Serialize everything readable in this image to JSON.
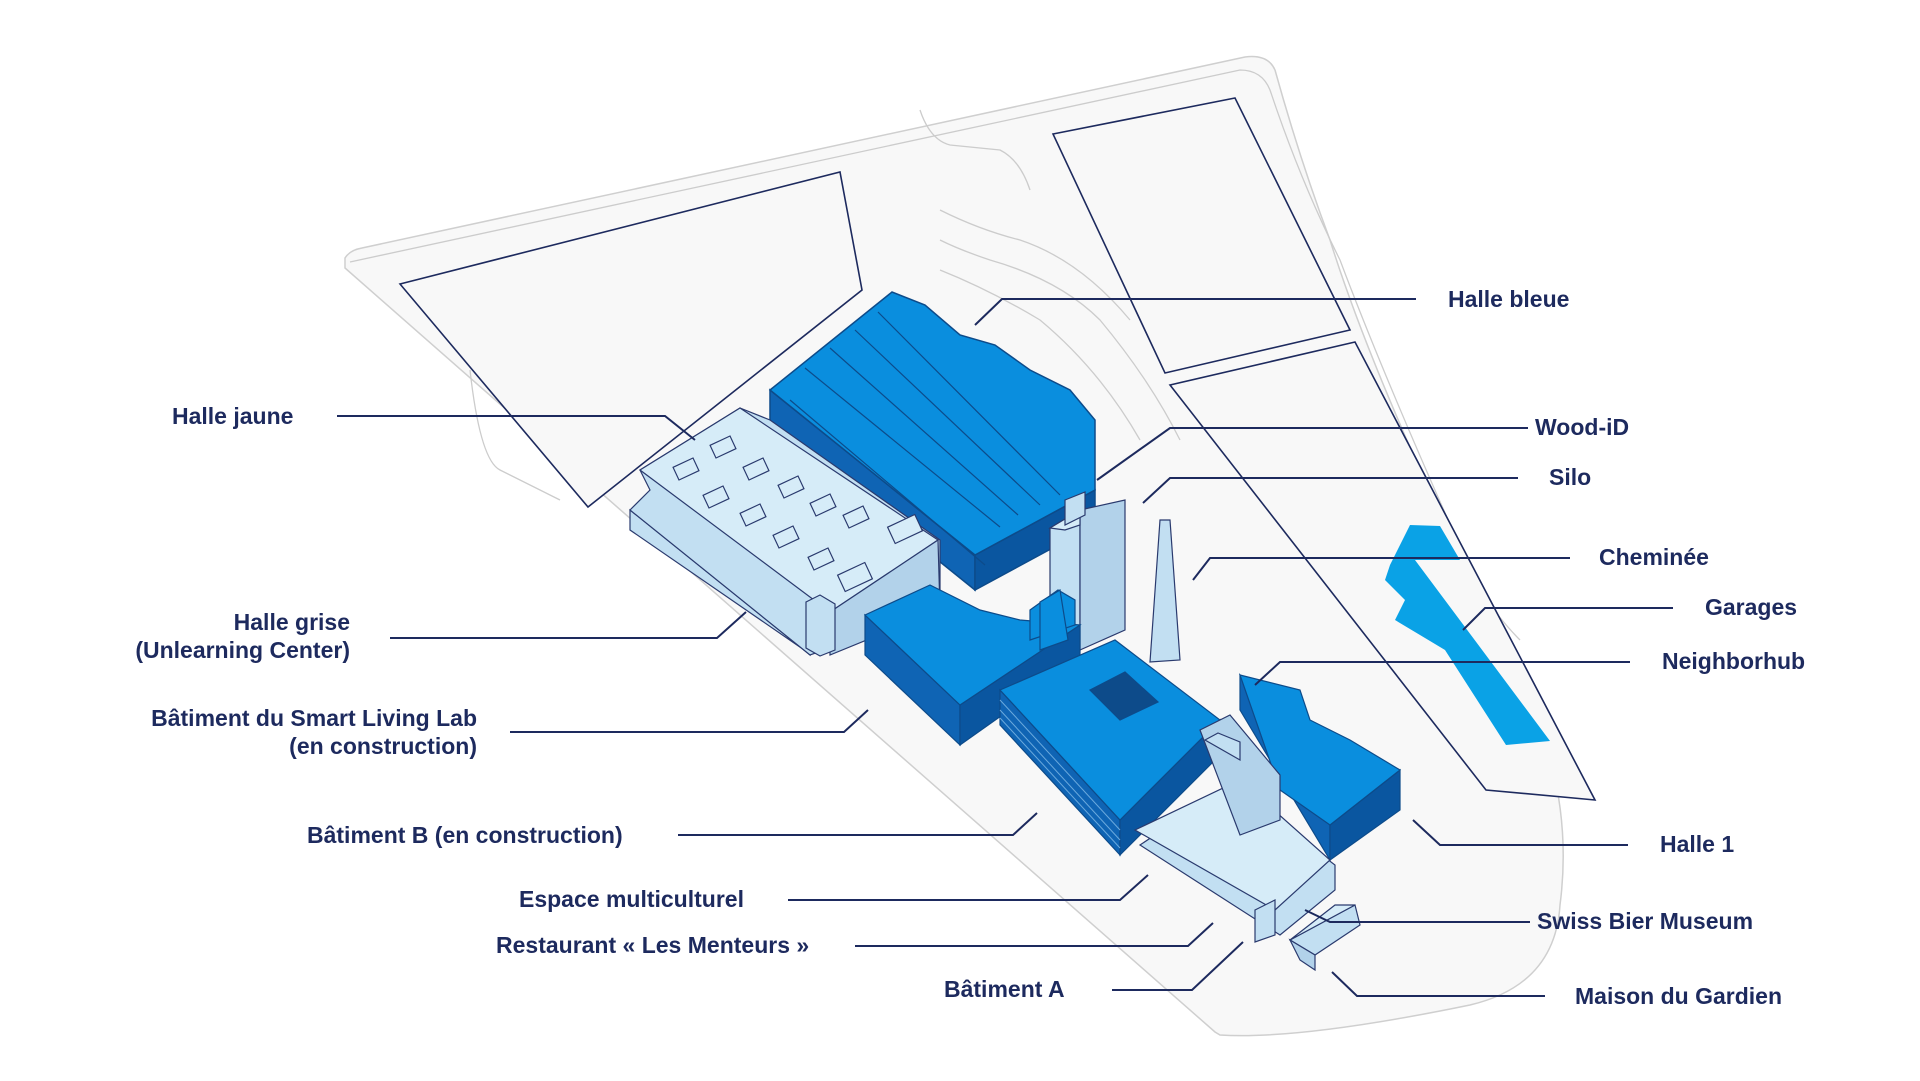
{
  "colors": {
    "ink": "#1d2a5e",
    "dark_blue": "#0f64b4",
    "mid_blue": "#0a8ede",
    "bright_blue": "#0aa2e6",
    "pale_blue": "#cfe9f7",
    "terrain": "#f8f8f8",
    "contour": "#c9c9c9"
  },
  "labels": {
    "halle_bleue": "Halle bleue",
    "halle_jaune": "Halle jaune",
    "wood_id": "Wood-iD",
    "silo": "Silo",
    "cheminee": "Cheminée",
    "garages": "Garages",
    "halle_grise_1": "Halle grise",
    "halle_grise_2": "(Unlearning Center)",
    "neighborhub": "Neighborhub",
    "smart_living_1": "Bâtiment du Smart Living Lab",
    "smart_living_2": "(en construction)",
    "batiment_b": "Bâtiment B (en construction)",
    "halle_1": "Halle 1",
    "espace_multiculturel": "Espace multiculturel",
    "swiss_bier_museum": "Swiss Bier Museum",
    "restaurant": "Restaurant « Les Menteurs »",
    "batiment_a": "Bâtiment A",
    "maison_gardien": "Maison du Gardien"
  }
}
